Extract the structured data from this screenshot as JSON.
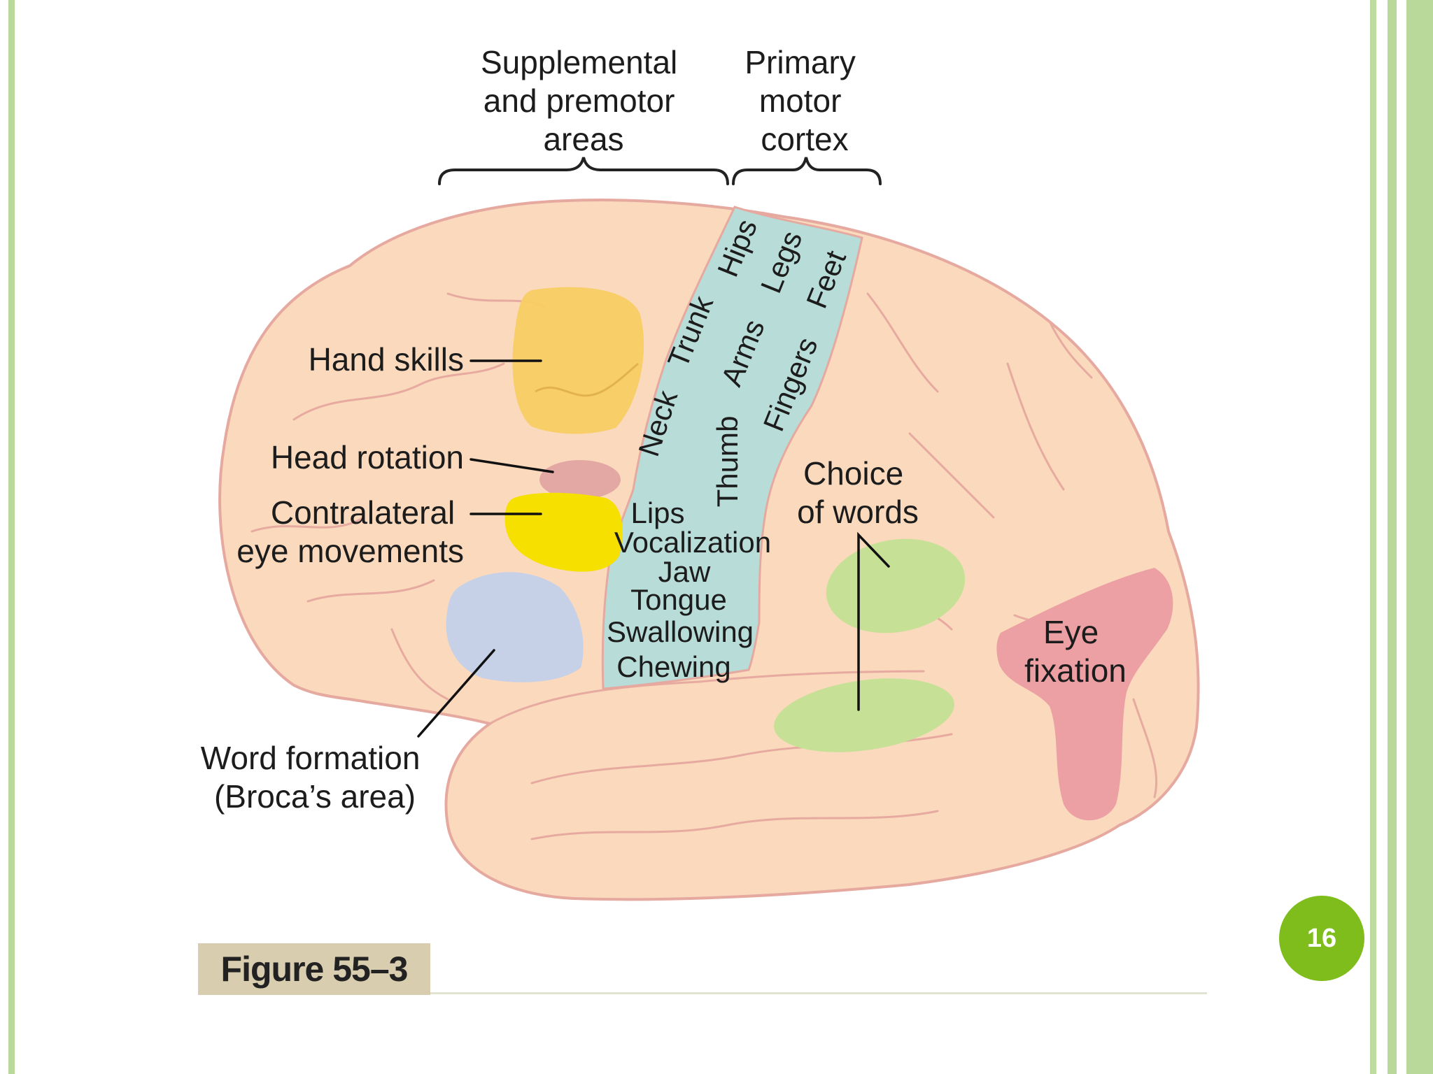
{
  "colors": {
    "border_green": "#b9d99a",
    "brain_fill": "#fad9bd",
    "brain_outline": "#e6a9a0",
    "primary_motor_cortex": "#b8dcd8",
    "hand_skills": "#f8cd63",
    "head_rotation": "#e3a8a3",
    "eye_movements": "#f5e000",
    "broca_area": "#c6d1e8",
    "choice_of_words": "#c6e096",
    "eye_fixation": "#eca0a4",
    "badge": "#7fbd1c",
    "caption_box": "#d9cdb0"
  },
  "headers": {
    "supplemental": [
      "Supplemental",
      "and premotor",
      "areas"
    ],
    "primary": [
      "Primary",
      "motor",
      "cortex"
    ]
  },
  "labels": {
    "hand_skills": "Hand skills",
    "head_rotation": "Head rotation",
    "contralateral": [
      "Contralateral",
      "eye movements"
    ],
    "word_formation": [
      "Word formation",
      "(Broca’s area)"
    ],
    "choice_of_words": [
      "Choice",
      "of words"
    ],
    "eye_fixation": [
      "Eye",
      "fixation"
    ]
  },
  "motor_cortex_labels": {
    "hips": "Hips",
    "legs": "Legs",
    "feet": "Feet",
    "trunk": "Trunk",
    "arms": "Arms",
    "fingers": "Fingers",
    "neck": "Neck",
    "thumb": "Thumb",
    "lips": "Lips",
    "vocalization": "Vocalization",
    "jaw": "Jaw",
    "tongue": "Tongue",
    "swallowing": "Swallowing",
    "chewing": "Chewing"
  },
  "caption": "Figure 55–3",
  "page_number": "16"
}
